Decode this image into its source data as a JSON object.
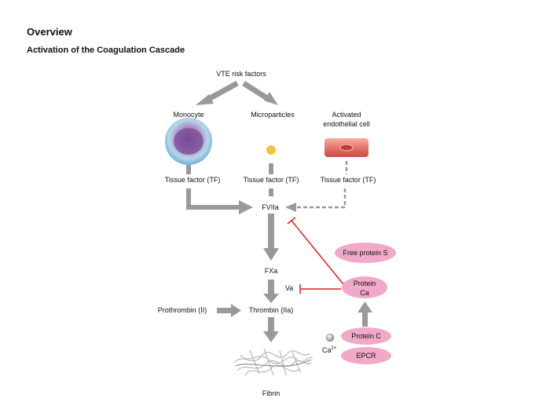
{
  "header": {
    "title": "Overview",
    "subtitle": "Activation of the Coagulation Cascade"
  },
  "diagram": {
    "risk_factors": "VTE risk factors",
    "monocyte": "Monocyte",
    "microparticles": "Microparticles",
    "endothelial_line1": "Activated",
    "endothelial_line2": "endothelial cell",
    "tf_monocyte": "Tissue factor (TF)",
    "tf_microparticles": "Tissue factor (TF)",
    "tf_endothelial": "Tissue factor (TF)",
    "fviia": "FVIIa",
    "fxa": "FXa",
    "va": "Va",
    "prothrombin": "Prothrombin (II)",
    "thrombin": "Thrombin (IIa)",
    "fibrin": "Fibrin",
    "free_protein_s": "Free protein S",
    "protein_ca_line1": "Protein",
    "protein_ca_line2": "Ca",
    "protein_c": "Protein C",
    "epcr": "EPCR",
    "calcium_base": "Ca",
    "calcium_charge": "2+"
  },
  "colors": {
    "arrow_gray": "#999999",
    "inhibition_red": "#dd2222",
    "pill_pink": "#f0a9c8",
    "microparticle_yellow": "#f2c33a",
    "endothelial_red": "#d9524e",
    "monocyte_purple": "#8a5aa0"
  }
}
